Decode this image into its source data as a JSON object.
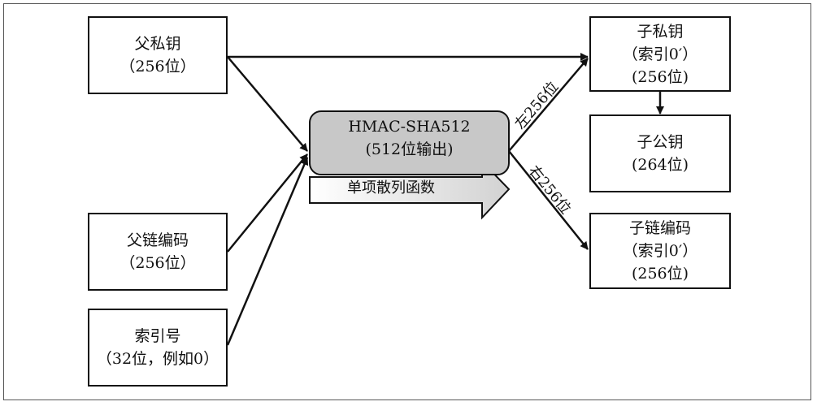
{
  "boxes": {
    "parent_private_key": {
      "line1": "父私钥",
      "line2": "（256位）"
    },
    "parent_chain_code": {
      "line1": "父链编码",
      "line2": "（256位）"
    },
    "index_number": {
      "line1": "索引号",
      "line2": "（32位，例如0）"
    },
    "child_private_key": {
      "line1": "子私钥",
      "line2": "（索引0′）",
      "line3": "(256位)"
    },
    "child_public_key": {
      "line1": "子公钥",
      "line2": "(264位)"
    },
    "child_chain_code": {
      "line1": "子链编码",
      "line2": "（索引0′）",
      "line3": "(256位)"
    }
  },
  "hmac": {
    "title": "HMAC-SHA512",
    "subtitle": "(512位输出)",
    "hash_label": "单项散列函数"
  },
  "labels": {
    "left_256": "左256位",
    "right_256": "右256位"
  },
  "colors": {
    "hmac_fill": "#c8c8c8",
    "stroke": "#111111",
    "arrow_gradient_light": "#ffffff",
    "arrow_gradient_dark": "#d2d2d2"
  }
}
